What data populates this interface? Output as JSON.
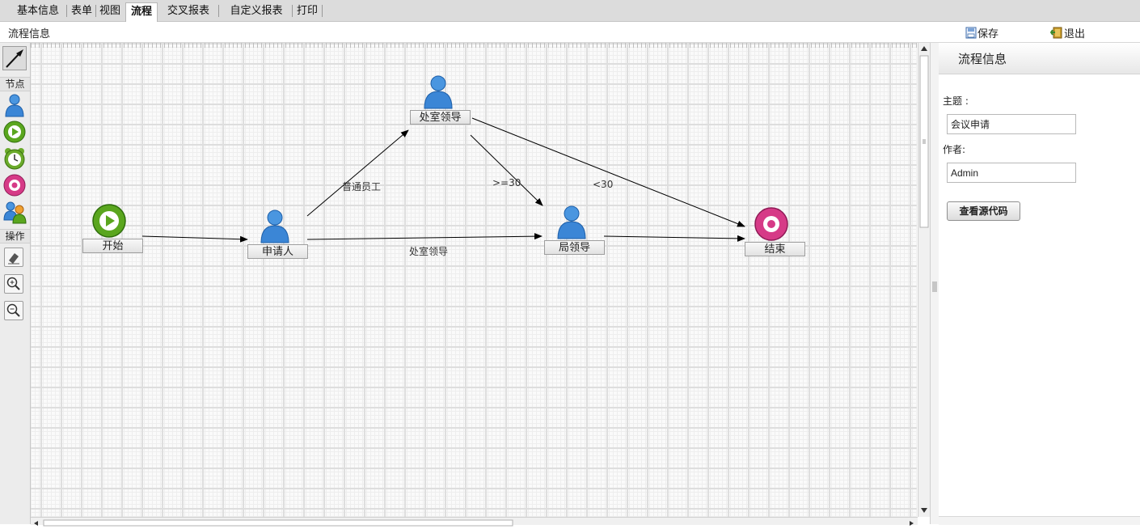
{
  "tabs": [
    {
      "label": "基本信息",
      "active": false
    },
    {
      "label": "表单",
      "active": false
    },
    {
      "label": "视图",
      "active": false
    },
    {
      "label": "流程",
      "active": true
    },
    {
      "label": "交叉报表",
      "active": false
    },
    {
      "label": "自定义报表",
      "active": false
    },
    {
      "label": "打印",
      "active": false
    }
  ],
  "header": {
    "title": "流程信息",
    "save_label": "保存",
    "exit_label": "退出"
  },
  "toolbox": {
    "nodes_label": "节点",
    "ops_label": "操作"
  },
  "flow": {
    "nodes": {
      "start": "开始",
      "applicant": "申请人",
      "office_leader": "处室领导",
      "bureau_leader": "局领导",
      "end": "结束"
    },
    "edges": {
      "staff": "普通员工",
      "gte30": ">=30",
      "lt30": "<30",
      "office_leader": "处室领导"
    }
  },
  "panel": {
    "title": "流程信息",
    "subject_label": "主题 :",
    "subject_value": "会议申请",
    "author_label": "作者:",
    "author_value": "Admin",
    "view_source_label": "查看源代码"
  },
  "colors": {
    "person": "#3b86d6",
    "start": "#5aa61e",
    "end": "#d63a87",
    "clock": "#6aaa2a"
  }
}
